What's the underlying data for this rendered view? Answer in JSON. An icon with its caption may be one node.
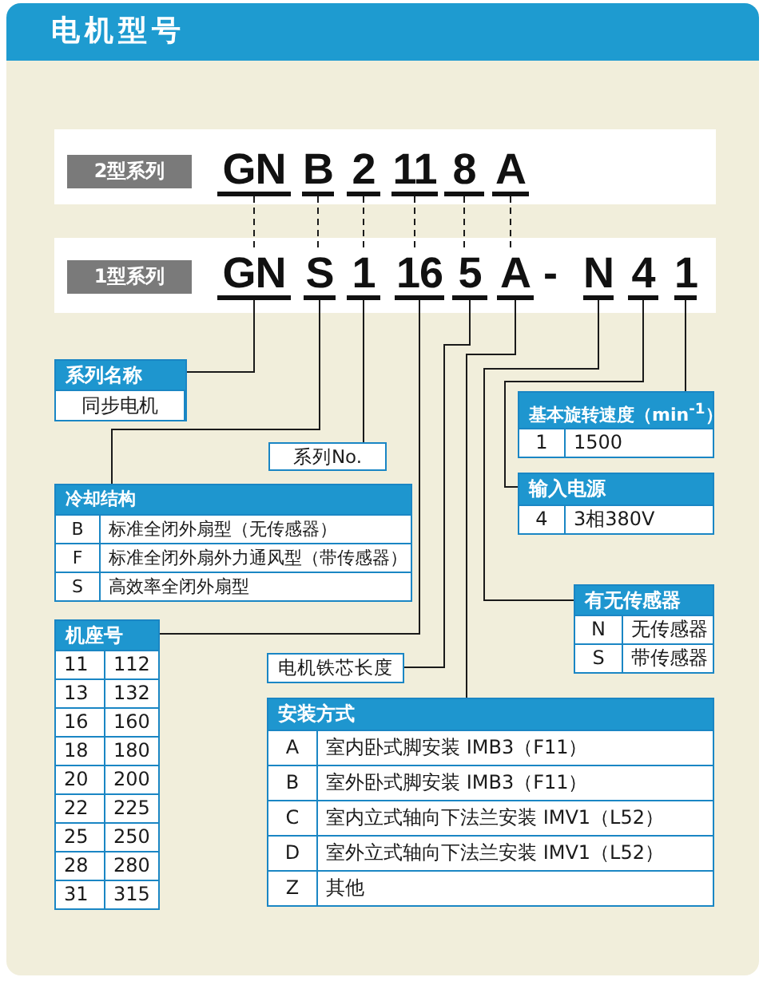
{
  "diagram": {
    "title": "电机型号",
    "nodes": [
      {
        "text": [],
        "shape": "bar"
      },
      {
        "text": [
          "2型系列"
        ],
        "in": 0
      },
      {
        "text": [
          "GN"
        ],
        "in": 0
      },
      {
        "text": [
          "B"
        ],
        "in": 0
      },
      {
        "text": [
          "2"
        ],
        "in": 0
      },
      {
        "text": [
          "11"
        ],
        "in": 0
      },
      {
        "text": [
          "8"
        ],
        "in": 0
      },
      {
        "text": [
          "A"
        ],
        "in": 0
      },
      {
        "text": [],
        "shape": "bar"
      },
      {
        "text": [
          "1型系列"
        ],
        "in": 8
      },
      {
        "text": [
          "GN"
        ],
        "in": 8
      },
      {
        "text": [
          "S"
        ],
        "in": 8
      },
      {
        "text": [
          "1"
        ],
        "in": 8
      },
      {
        "text": [
          "16"
        ],
        "in": 8
      },
      {
        "text": [
          "5"
        ],
        "in": 8
      },
      {
        "text": [
          "A"
        ],
        "in": 8
      },
      {
        "text": [
          "N"
        ],
        "in": 8
      },
      {
        "text": [
          "4"
        ],
        "in": 8
      },
      {
        "text": [
          "1"
        ],
        "in": 8
      },
      {
        "text": [
          "系列名称",
          "同步电机"
        ]
      },
      {
        "text": [
          "基本旋转速度（min$^{-1}$）",
          "1",
          "1500"
        ]
      },
      {
        "text": [
          "系列No."
        ]
      },
      {
        "text": [
          "输入电源",
          "4",
          "3相380V"
        ]
      },
      {
        "text": [
          "冷却结构",
          "B",
          "标准全闭外扇型（无传感器）",
          "F",
          "标准全闭外扇外力通风型（带传感器）",
          "S",
          "高效率全闭外扇型"
        ]
      },
      {
        "text": [
          "有无传感器",
          "N",
          "无传感器",
          "S",
          "带传感器"
        ]
      },
      {
        "text": [
          "机座号",
          "11",
          "112",
          "13",
          "132",
          "16",
          "160",
          "18",
          "180",
          "20",
          "200",
          "22",
          "225",
          "25",
          "250",
          "28",
          "280",
          "31",
          "315"
        ]
      },
      {
        "text": [
          "电机铁芯长度"
        ]
      },
      {
        "text": [
          "安装方式",
          "A",
          "室内卧式脚安装 IMB3（F11）",
          "B",
          "室外卧式脚安装 IMB3（F11）",
          "C",
          "室内立式轴向下法兰安装 IMV1（L52）",
          "D",
          "室外立式轴向下法兰安装 IMV1（L52）",
          "Z",
          "其他"
        ]
      }
    ],
    "edges": [
      {
        "from": 2,
        "to": 10,
        "arrow": "none",
        "style": "dashed"
      },
      {
        "from": 3,
        "to": 11,
        "arrow": "none",
        "style": "dashed"
      },
      {
        "from": 4,
        "to": 12,
        "arrow": "none",
        "style": "dashed"
      },
      {
        "from": 5,
        "to": 13,
        "arrow": "none",
        "style": "dashed"
      },
      {
        "from": 6,
        "to": 14,
        "arrow": "none",
        "style": "dashed"
      },
      {
        "from": 7,
        "to": 15,
        "arrow": "none",
        "style": "dashed"
      },
      {
        "from": 10,
        "to": 19,
        "arrow": "none"
      },
      {
        "from": 11,
        "to": 23,
        "arrow": "none"
      },
      {
        "from": 12,
        "to": 21,
        "arrow": "none"
      },
      {
        "from": 13,
        "to": 25,
        "arrow": "none"
      },
      {
        "from": 14,
        "to": 26,
        "arrow": "none"
      },
      {
        "from": 15,
        "to": 27,
        "arrow": "none"
      },
      {
        "from": 16,
        "to": 24,
        "arrow": "none"
      },
      {
        "from": 17,
        "to": 22,
        "arrow": "none"
      },
      {
        "from": 18,
        "to": 20,
        "arrow": "none"
      }
    ],
    "labels": [
      "-"
    ]
  }
}
